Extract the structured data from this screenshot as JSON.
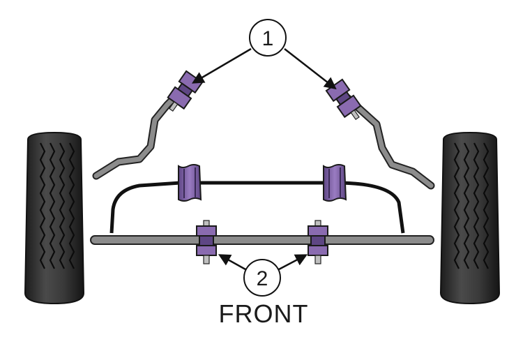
{
  "diagram": {
    "callouts": [
      {
        "label": "1"
      },
      {
        "label": "2"
      }
    ],
    "front_label": "FRONT",
    "colors": {
      "bush": "#8a6bb0",
      "bush_dark": "#3a2a55",
      "bar": "#8c8c8c",
      "bar_outline": "#222222",
      "tyre": "#2e2e2e",
      "tyre_highlight": "#5a5a5a",
      "outline": "#111111"
    }
  }
}
